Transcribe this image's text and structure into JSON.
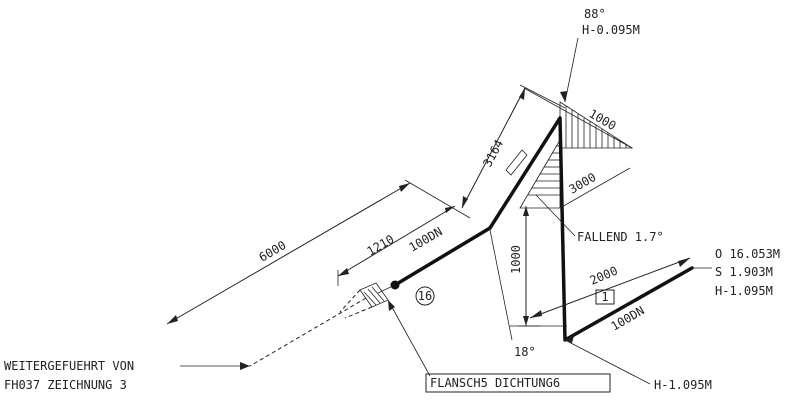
{
  "labels": {
    "angle_top": "88°",
    "h_top": "H-0.095M",
    "dim_1000_top": "1000",
    "dim_3164": "3164",
    "dim_3000": "3000",
    "dim_6000": "6000",
    "dim_1210": "1210",
    "pipe_100dn_left": "100DN",
    "dim_1000_vert": "1000",
    "fallend": "FALLEND 1.7°",
    "coord_o": "O 16.053M",
    "coord_s": "S 1.903M",
    "coord_h": "H-1.095M",
    "dim_2000": "2000",
    "box_1": "1",
    "pipe_100dn_right": "100DN",
    "tag_16": "16",
    "angle_bottom": "18°",
    "h_bottom": "H-1.095M",
    "continued_line1": "WEITERGEFUEHRT VON",
    "continued_line2": "FH037 ZEICHNUNG 3",
    "flange_note": "FLANSCH5 DICHTUNG6"
  }
}
